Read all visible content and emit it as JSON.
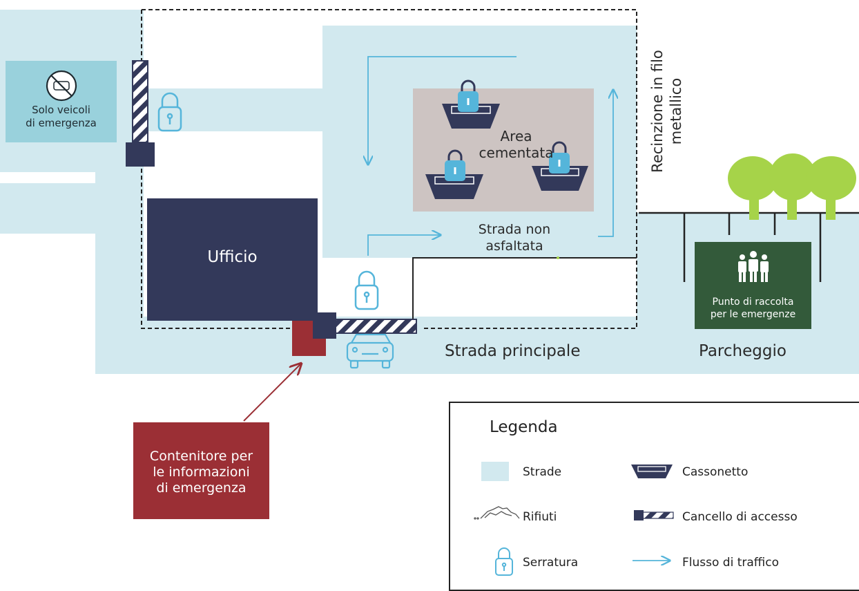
{
  "labels": {
    "emergency_only": "Solo veicoli\ndi emergenza",
    "wire_fence": "Recinzione in filo\nmetallico",
    "cement_area": "Area\ncementata",
    "dirt_road": "Strada non\nasfaltata",
    "office": "Ufficio",
    "main_road": "Strada principale",
    "parking": "Parcheggio",
    "assembly_point": "Punto di raccolta\nper le emergenze",
    "info_container": "Contenitore per\nle informazioni\ndi emergenza"
  },
  "legend": {
    "title": "Legenda",
    "items": {
      "roads": "Strade",
      "waste": "Rifiuti",
      "lock": "Serratura",
      "bin": "Cassonetto",
      "gate": "Cancello di accesso",
      "traffic": "Flusso di traffico"
    }
  },
  "colors": {
    "road": "#d2e9ef",
    "navy": "#33395a",
    "cement": "#cdc4c2",
    "red": "#9b2f35",
    "green_dark": "#335a3a",
    "tree": "#a6d349",
    "arrow": "#55b5da",
    "sign": "#99d1dc"
  }
}
